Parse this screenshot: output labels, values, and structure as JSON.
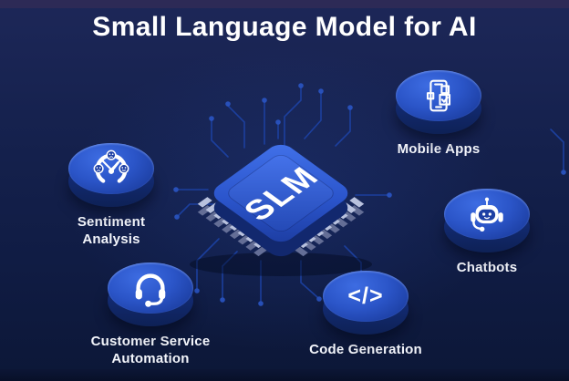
{
  "title": "Small Language Model for AI",
  "chip": {
    "label": "SLM"
  },
  "nodes": [
    {
      "id": "mobile-apps",
      "label": "Mobile Apps",
      "icon": "smartphone-checklist-icon"
    },
    {
      "id": "sentiment-analysis",
      "label": "Sentiment Analysis",
      "icon": "sentiment-gauge-icon"
    },
    {
      "id": "chatbots",
      "label": "Chatbots",
      "icon": "robot-chatbot-icon"
    },
    {
      "id": "customer-service-automation",
      "label": "Customer Service Automation",
      "icon": "headset-icon"
    },
    {
      "id": "code-generation",
      "label": "Code Generation",
      "icon": "code-brackets-icon",
      "glyph": "</>"
    }
  ],
  "colors": {
    "background": "#16224f",
    "background_top_strip": "#2d2a56",
    "background_bottom_strip": "#0a132f",
    "disc_top": "#2b55c8",
    "disc_side": "#122a70",
    "chip_top": "#2e5ad0",
    "circuit_trace": "#1d44aa",
    "text": "#ffffff"
  }
}
